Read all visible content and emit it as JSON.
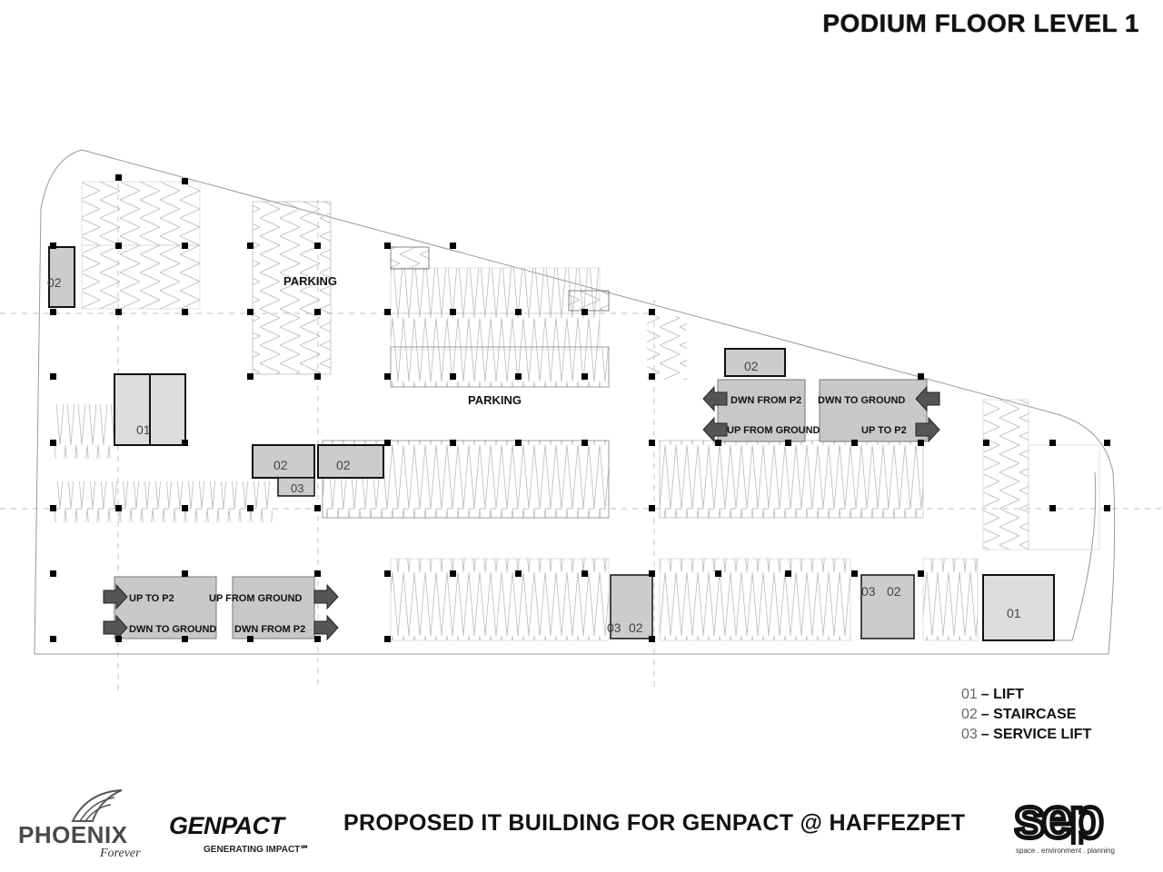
{
  "title": "PODIUM FLOOR LEVEL 1",
  "labels": {
    "parking_top": "PARKING",
    "parking_mid": "PARKING",
    "code_01": "01",
    "code_02": "02",
    "code_03": "03",
    "dwn_from_p2": "DWN FROM P2",
    "dwn_to_ground": "DWN TO GROUND",
    "up_from_ground": "UP FROM GROUND",
    "up_to_p2": "UP TO P2"
  },
  "legend": [
    {
      "code": "01",
      "label": "– LIFT"
    },
    {
      "code": "02",
      "label": "– STAIRCASE"
    },
    {
      "code": "03",
      "label": "– SERVICE LIFT"
    }
  ],
  "footer": {
    "project_title": "PROPOSED IT BUILDING FOR GENPACT @ HAFFEZPET",
    "phoenix_word": "PHOENIX",
    "phoenix_tag": "Forever",
    "genpact_word": "GENPACT",
    "genpact_tag": "GENERATING IMPACT℠",
    "sep_word": "sep",
    "sep_tag": "space . environment . planning"
  },
  "colors": {
    "ramp_fill": "#c8c8c8",
    "arrow_fill": "#555555",
    "line": "#888888",
    "column": "#000000"
  }
}
